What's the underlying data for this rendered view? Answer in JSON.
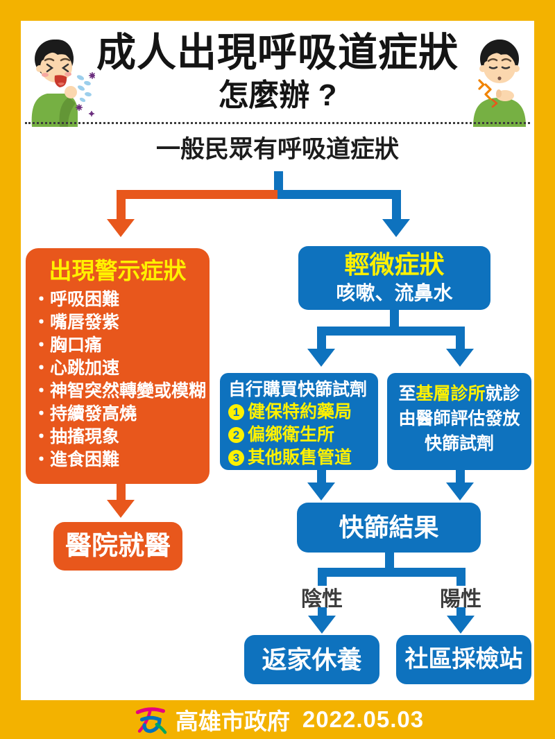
{
  "header": {
    "title": "成人出現呼吸道症狀",
    "subtitle": "怎麼辦 ?",
    "left_illustration": "coughing-man",
    "right_illustration": "sore-throat-man"
  },
  "flow": {
    "root_label": "一般民眾有呼吸道症狀",
    "warning_branch": {
      "box_title": "出現警示症狀",
      "symptoms": [
        "呼吸困難",
        "嘴唇發紫",
        "胸口痛",
        "心跳加速",
        "神智突然轉變或模糊",
        "持續發高燒",
        "抽搐現象",
        "進食困難"
      ],
      "action": "醫院就醫"
    },
    "mild_branch": {
      "box_title": "輕微症狀",
      "box_subtitle": "咳嗽、流鼻水",
      "self_purchase": {
        "title": "自行購買快篩試劑",
        "channels": [
          {
            "num": "1",
            "label": "健保特約藥局"
          },
          {
            "num": "2",
            "label": "偏鄉衛生所"
          },
          {
            "num": "3",
            "label": "其他販售管道"
          }
        ]
      },
      "clinic": {
        "line1_prefix": "至",
        "line1_highlight": "基層診所",
        "line1_suffix": "就診",
        "line2": "由醫師評估發放",
        "line3": "快篩試劑"
      },
      "result": {
        "title": "快篩結果",
        "negative_label": "陰性",
        "negative_action": "返家休養",
        "positive_label": "陽性",
        "positive_action": "社區採檢站"
      }
    }
  },
  "footer": {
    "org": "高雄市政府",
    "date": "2022.05.03",
    "logo": "kaohsiung-city-logo"
  },
  "colors": {
    "frame_yellow": "#F3B200",
    "orange": "#E8571C",
    "blue": "#0E72BE",
    "highlight_yellow": "#FFF100",
    "title_black": "#141414",
    "result_label_gray": "#3C3C3C"
  }
}
